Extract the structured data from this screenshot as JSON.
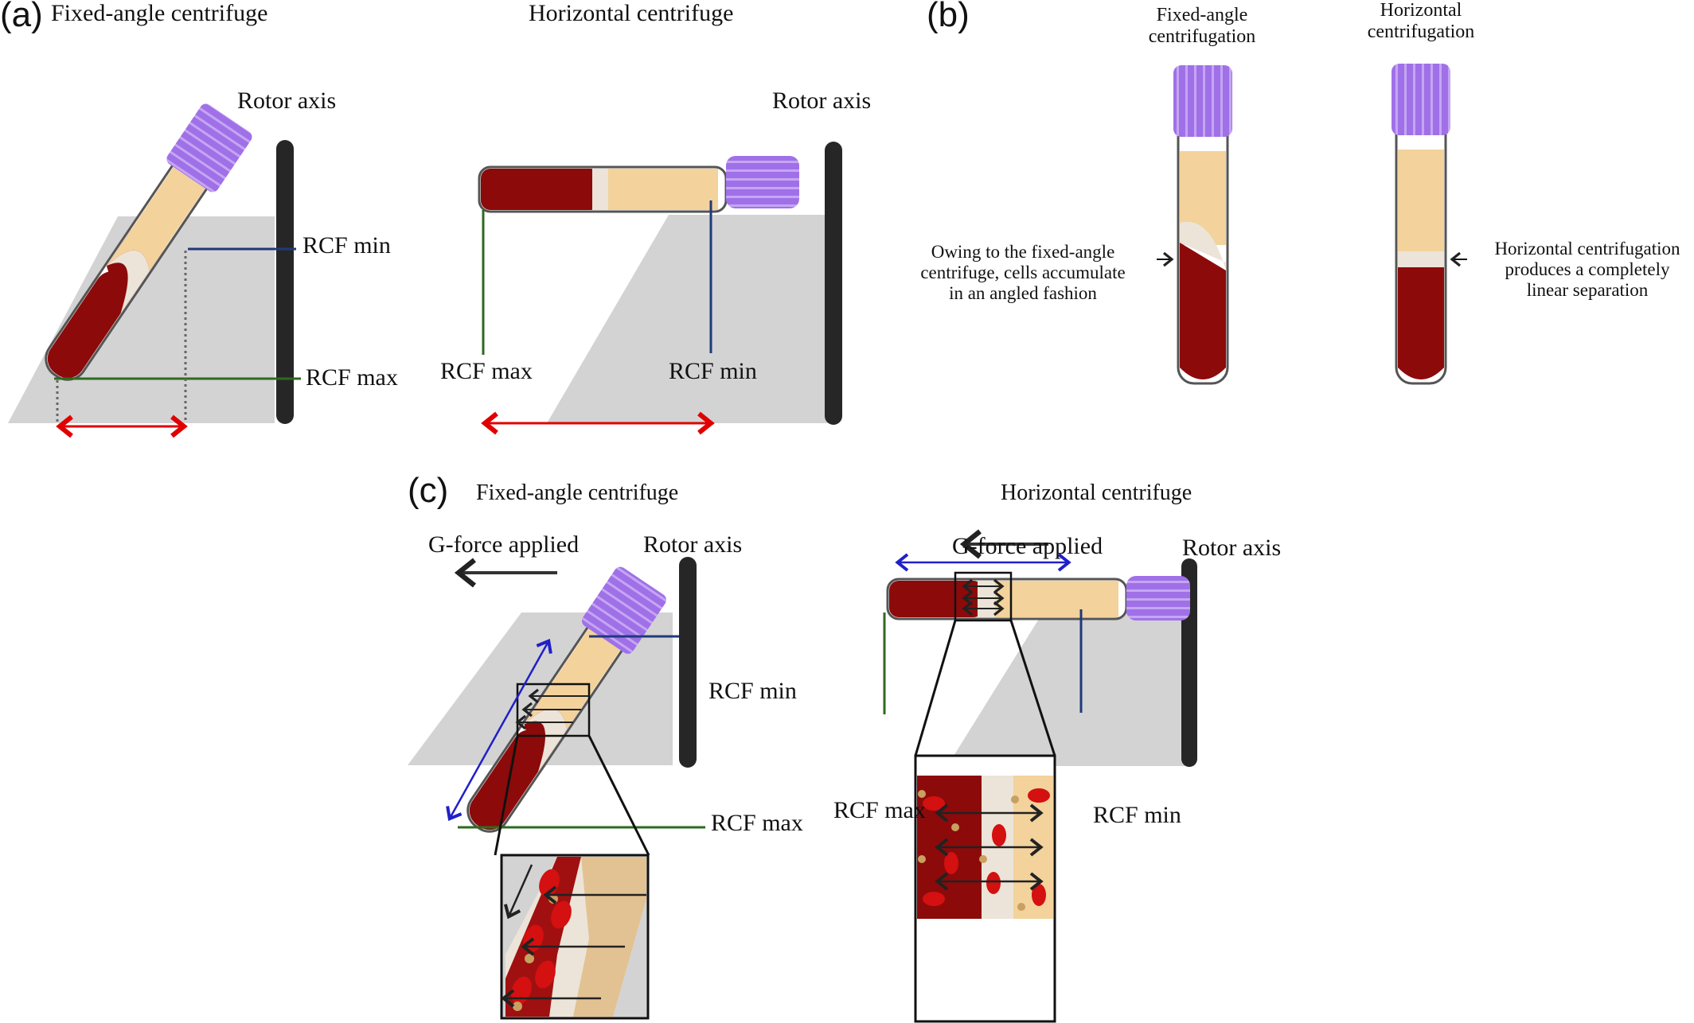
{
  "figure": {
    "panels": [
      {
        "id": "a",
        "label": "(a)",
        "left": {
          "title": "Fixed-angle centrifuge",
          "rotor_axis": "Rotor axis",
          "rcf_min": "RCF min",
          "rcf_max": "RCF max"
        },
        "right": {
          "title": "Horizontal centrifuge",
          "rotor_axis": "Rotor axis",
          "rcf_max": "RCF max",
          "rcf_min": "RCF min"
        }
      },
      {
        "id": "b",
        "label": "(b)",
        "fixed_title": "Fixed-angle centrifugation",
        "fixed_title_line1": "Fixed-angle",
        "fixed_title_line2": "centrifugation",
        "horizontal_title_line1": "Horizontal",
        "horizontal_title_line2": "centrifugation",
        "fixed_note_line1": "Owing to the fixed-angle",
        "fixed_note_line2": "centrifuge, cells accumulate",
        "fixed_note_line3": "in an angled fashion",
        "horizontal_note_line1": "Horizontal centrifugation",
        "horizontal_note_line2": "produces a completely",
        "horizontal_note_line3": "linear separation"
      },
      {
        "id": "c",
        "label": "(c)",
        "left": {
          "title": "Fixed-angle centrifuge",
          "gforce": "G-force applied",
          "rotor_axis": "Rotor axis",
          "rcf_min": "RCF min",
          "rcf_max": "RCF max"
        },
        "right": {
          "title": "Horizontal centrifuge",
          "gforce": "G-force applied",
          "rotor_axis": "Rotor axis",
          "rcf_max": "RCF max",
          "rcf_min": "RCF min"
        }
      }
    ],
    "colors": {
      "cap": "#a070e8",
      "cap_stripe": "#c4a6f2",
      "plasma": "#f3d29c",
      "buffy": "#ece4d8",
      "blood": "#8c0a0a",
      "platform": "#d3d3d3",
      "axis": "#262626",
      "rcf_min_line": "#1f3a7a",
      "rcf_max_line": "#2e6a1f",
      "range_arrow": "#e00000",
      "blue_arrow": "#2020c8"
    }
  }
}
